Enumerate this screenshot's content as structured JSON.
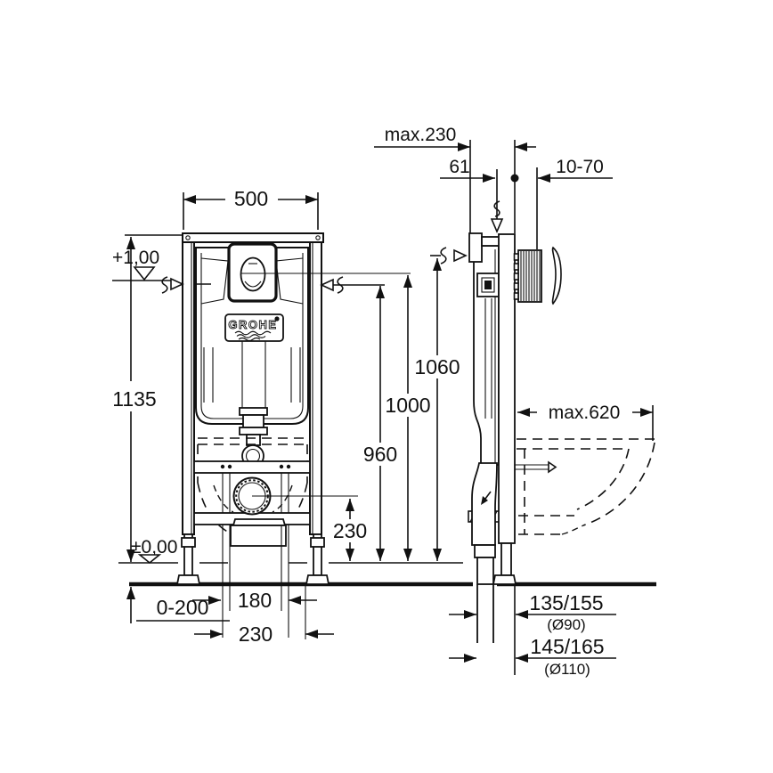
{
  "brand": {
    "logo": "GROHE"
  },
  "front_view": {
    "width_top": "500",
    "height_total": "1135",
    "level_plus": "+1,00",
    "level_zero": "±0,00",
    "foot_adjustment": "0-200",
    "stud_spacing": "180",
    "outlet_width": "230",
    "drain_height": "230",
    "dim_960": "960",
    "dim_1000": "1000",
    "dim_1060": "1060"
  },
  "side_view": {
    "dim_max_depth": "max.230",
    "dim_61": "61",
    "dim_wall_range": "10-70",
    "dim_bowl_depth": "max.620",
    "dim_drain_small": "135/155",
    "dim_drain_small_dia": "(Ø90)",
    "dim_drain_large": "145/165",
    "dim_drain_large_dia": "(Ø110)"
  }
}
